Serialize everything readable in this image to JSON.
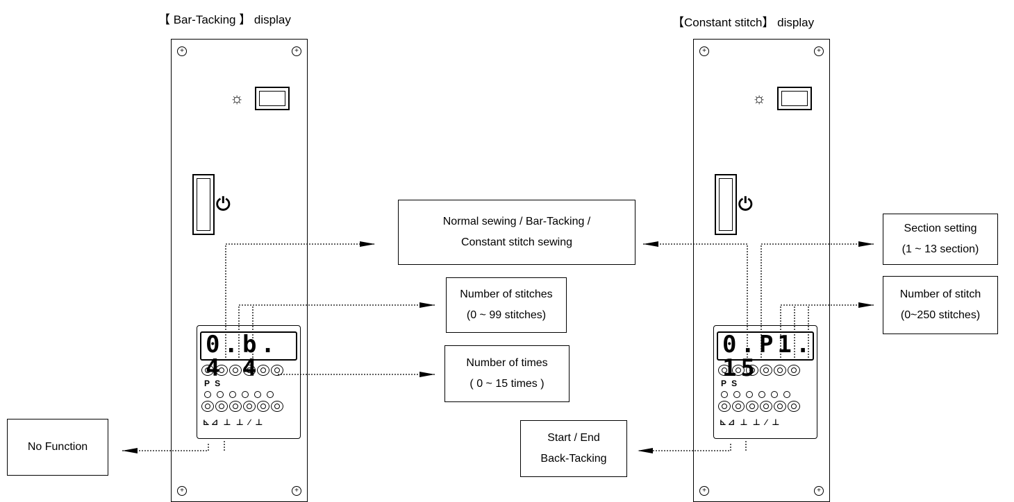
{
  "left_panel": {
    "title": "【 Bar-Tacking 】 display",
    "display_digits": "0.b. 4 4",
    "icon_row_label": "P S",
    "bottom_symbols": "⊾⊿ ⊥ ⊥ ∕ ⊥"
  },
  "right_panel": {
    "title": "【Constant stitch】 display",
    "display_digits": "0.P1. 15",
    "icon_row_label": "P S",
    "bottom_symbols": "⊾⊿ ⊥ ⊥ ∕ ⊥"
  },
  "callouts": {
    "mode": [
      "Normal sewing / Bar-Tacking /",
      "Constant stitch sewing"
    ],
    "stitches": [
      "Number of stitches",
      "(0 ~ 99 stitches)"
    ],
    "times": [
      "Number of times",
      "( 0 ~ 15 times )"
    ],
    "no_function": "No Function",
    "back_tacking": [
      "Start / End",
      "Back-Tacking"
    ],
    "section": [
      "Section setting",
      "(1 ~ 13 section)"
    ],
    "stitch_count": [
      "Number of stitch",
      "(0~250 stitches)"
    ]
  },
  "icons": {
    "lamp": "lamp-icon",
    "power": "power-icon",
    "screw": "screw-icon"
  }
}
